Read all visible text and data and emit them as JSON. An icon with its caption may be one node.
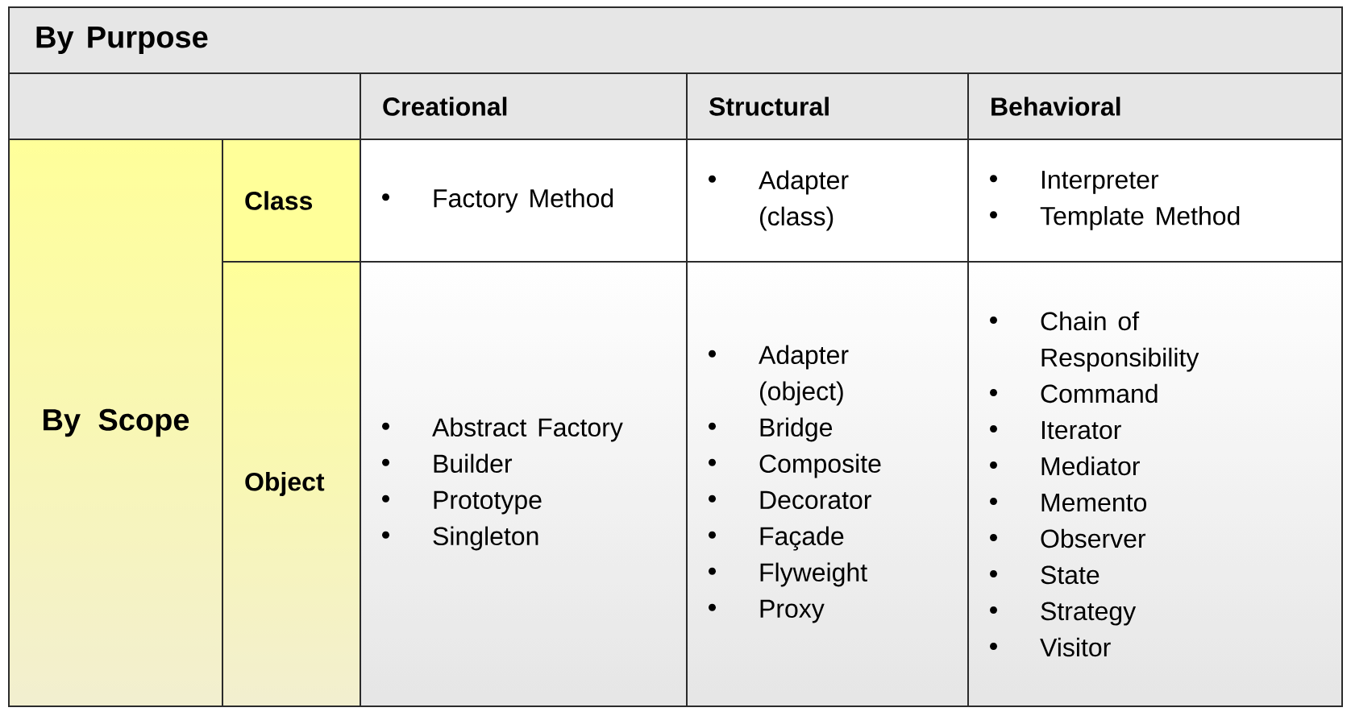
{
  "diagram": {
    "nodes": [
      {
        "text": [
          "By Purpose"
        ]
      },
      {
        "text": [
          "Creational"
        ]
      },
      {
        "text": [
          "Structural"
        ]
      },
      {
        "text": [
          "Behavioral"
        ]
      },
      {
        "text": [
          "By Scope"
        ]
      },
      {
        "text": [
          "Class"
        ]
      },
      {
        "text": [
          "Factory Method"
        ]
      },
      {
        "text": [
          "Adapter (class)"
        ]
      },
      {
        "text": [
          "Interpreter",
          "Template Method"
        ]
      },
      {
        "text": [
          "Object"
        ]
      },
      {
        "text": [
          "Abstract Factory",
          "Builder",
          "Prototype",
          "Singleton"
        ]
      },
      {
        "text": [
          "Adapter (object)",
          "Bridge",
          "Composite",
          "Decorator",
          "Façade",
          "Flyweight",
          "Proxy"
        ]
      },
      {
        "text": [
          "Chain of Responsibility",
          "Command",
          "Iterator",
          "Mediator",
          "Memento",
          "Observer",
          "State",
          "Strategy",
          "Visitor"
        ]
      }
    ]
  }
}
